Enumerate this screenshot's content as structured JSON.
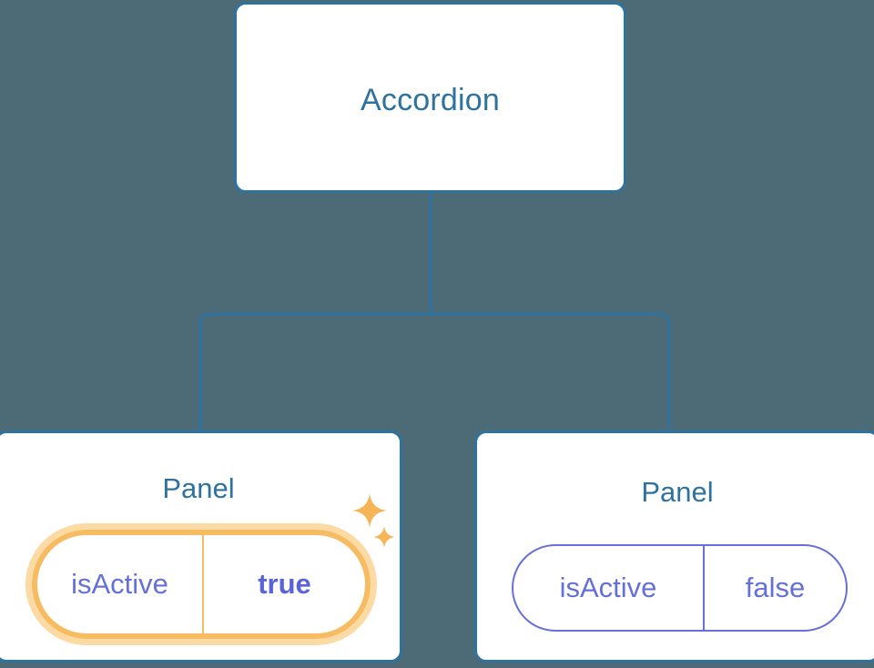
{
  "theme": {
    "background": "#4d6a77",
    "card_background": "#ffffff",
    "card_border": "#2e72a0",
    "node_title_color": "#2e72a0",
    "connector_color": "#2e72a0",
    "prop_color": "#6570d8",
    "highlight_ring": "#f7bc62",
    "highlight_halo": "#fbdaa4",
    "highlight_value_color": "#5c63d8",
    "sparkle_color": "#f5b456"
  },
  "tree": {
    "root": {
      "title": "Accordion"
    },
    "children": [
      {
        "title": "Panel",
        "highlighted": true,
        "prop": {
          "key": "isActive",
          "value": "true"
        },
        "sparkles": [
          "sparkle-large-icon",
          "sparkle-small-icon"
        ]
      },
      {
        "title": "Panel",
        "highlighted": false,
        "prop": {
          "key": "isActive",
          "value": "false"
        }
      }
    ]
  }
}
